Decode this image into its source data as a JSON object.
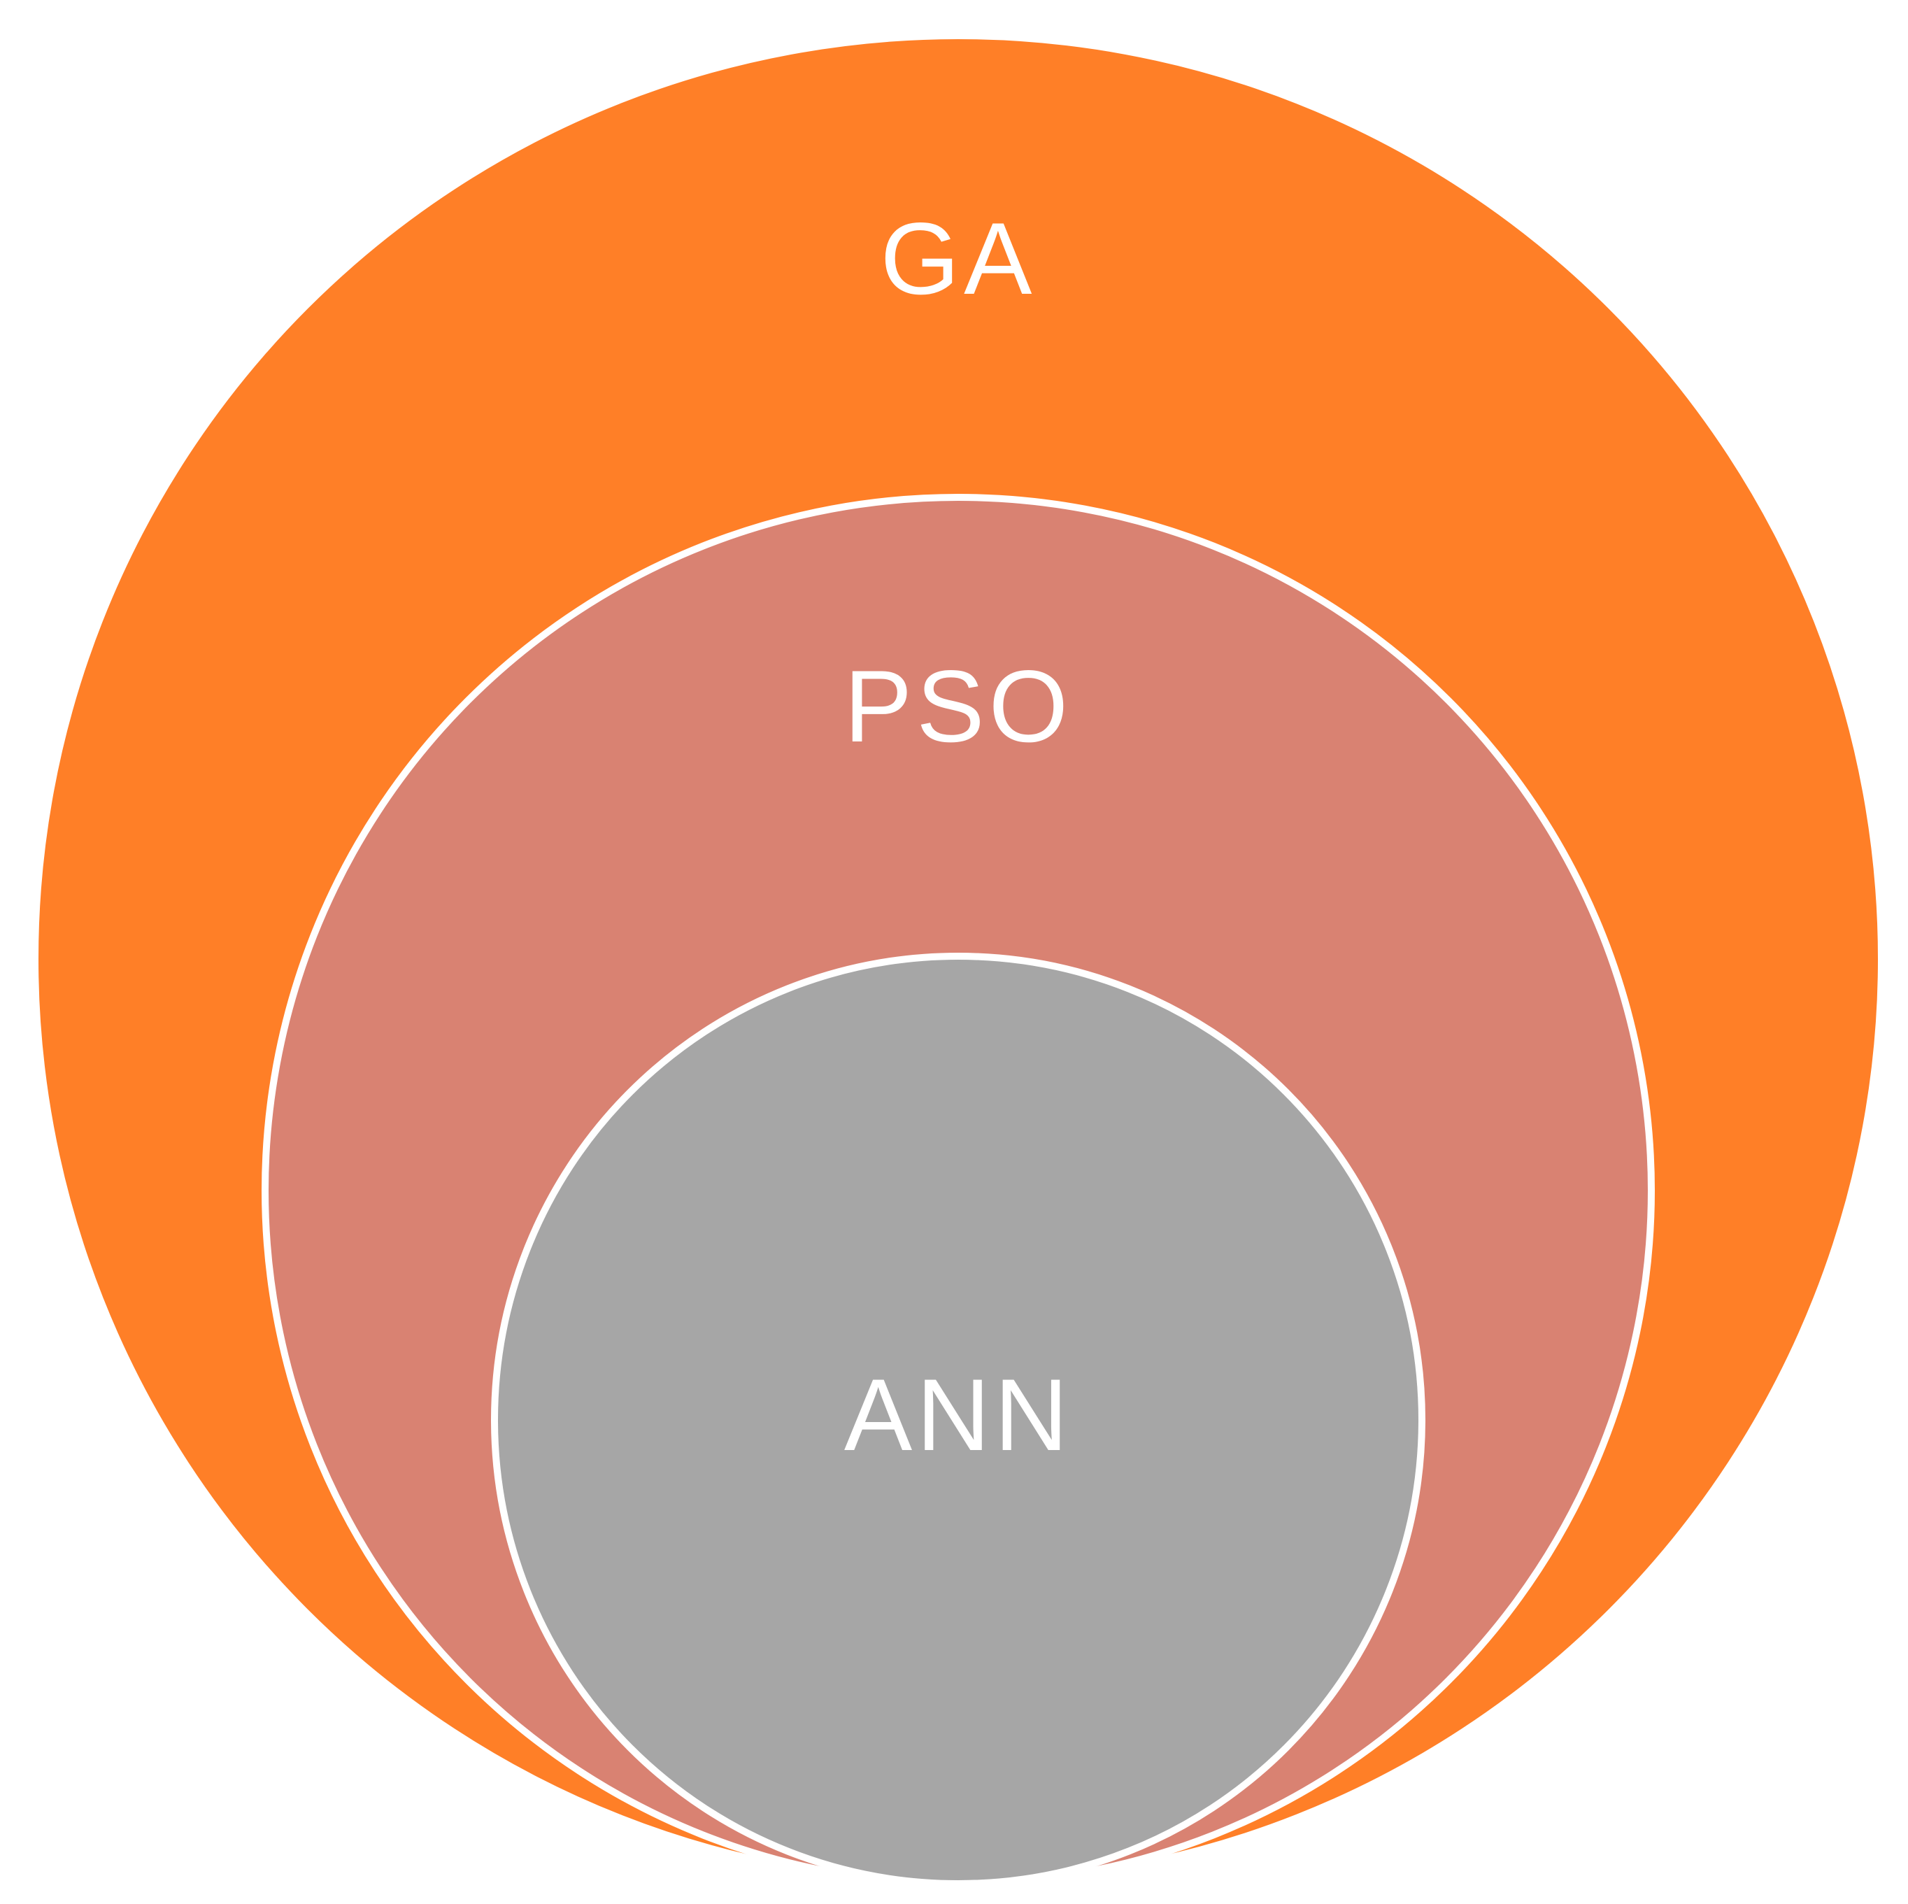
{
  "diagram": {
    "type": "nested-circles",
    "background": "#ffffff",
    "outline_color": "#ffffff",
    "circles": [
      {
        "id": "outer",
        "label": "GA",
        "color": "#ff7f27"
      },
      {
        "id": "middle",
        "label": "PSO",
        "color": "#d98272"
      },
      {
        "id": "inner",
        "label": "ANN",
        "color": "#a6a6a6"
      }
    ]
  }
}
